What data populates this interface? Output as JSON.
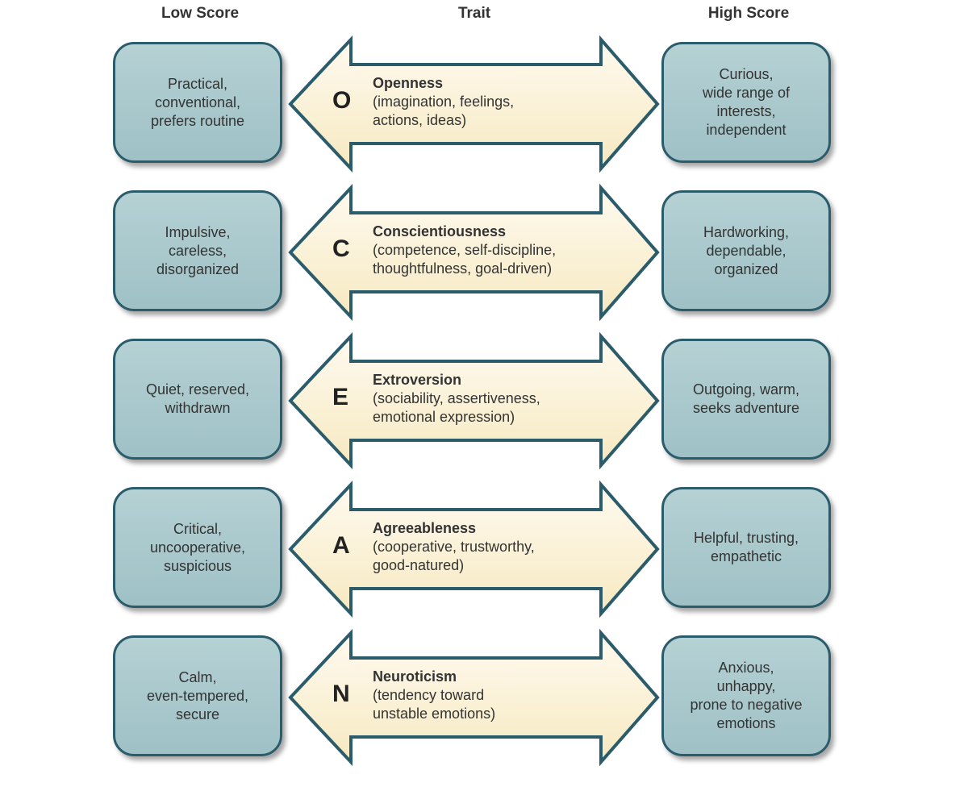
{
  "headers": {
    "low": "Low Score",
    "trait": "Trait",
    "high": "High Score"
  },
  "colors": {
    "box_fill": "#a8c8cc",
    "border": "#2b5c6b",
    "arrow_fill": "#fcf3d6"
  },
  "rows": [
    {
      "letter": "O",
      "name": "Openness",
      "desc": "(imagination, feelings,\nactions, ideas)",
      "low": "Practical,\nconventional,\nprefers routine",
      "high": "Curious,\nwide range of\ninterests,\nindependent"
    },
    {
      "letter": "C",
      "name": "Conscientiousness",
      "desc": "(competence, self-discipline,\nthoughtfulness, goal-driven)",
      "low": "Impulsive,\ncareless,\ndisorganized",
      "high": "Hardworking,\ndependable,\norganized"
    },
    {
      "letter": "E",
      "name": "Extroversion",
      "desc": "(sociability, assertiveness,\nemotional expression)",
      "low": "Quiet, reserved,\nwithdrawn",
      "high": "Outgoing, warm,\nseeks adventure"
    },
    {
      "letter": "A",
      "name": "Agreeableness",
      "desc": "(cooperative, trustworthy,\ngood-natured)",
      "low": "Critical,\nuncooperative,\nsuspicious",
      "high": "Helpful, trusting,\nempathetic"
    },
    {
      "letter": "N",
      "name": "Neuroticism",
      "desc": "(tendency toward\nunstable emotions)",
      "low": "Calm,\neven-tempered,\nsecure",
      "high": "Anxious,\nunhappy,\nprone to negative\nemotions"
    }
  ]
}
